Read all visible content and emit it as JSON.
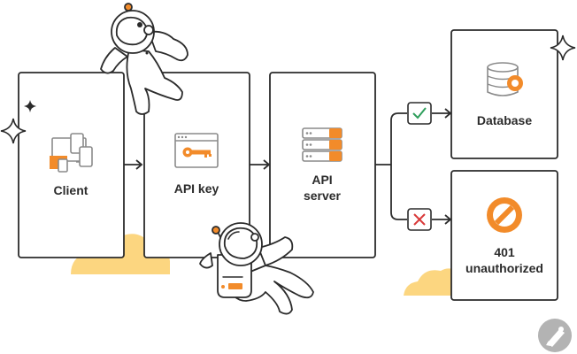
{
  "nodes": {
    "client": {
      "label": "Client",
      "icon": "devices-icon"
    },
    "api_key": {
      "label": "API key",
      "icon": "key-icon"
    },
    "api_server": {
      "label_line1": "API",
      "label_line2": "server",
      "icon": "server-icon"
    },
    "database": {
      "label": "Database",
      "icon": "database-icon"
    },
    "unauthorized": {
      "label_line1": "401",
      "label_line2": "unauthorized",
      "icon": "prohibited-icon"
    }
  },
  "edges": [
    {
      "from": "client",
      "to": "api_key"
    },
    {
      "from": "api_key",
      "to": "api_server"
    },
    {
      "from": "api_server",
      "to": "database",
      "status": "success",
      "icon": "check-icon"
    },
    {
      "from": "api_server",
      "to": "unauthorized",
      "status": "failure",
      "icon": "x-icon"
    }
  ],
  "decorations": [
    "astronaut-illustration",
    "astronaut-illustration",
    "cloud",
    "cloud",
    "sparkle-icon",
    "sparkle-icon",
    "sparkle-icon"
  ],
  "logo": {
    "icon": "postman-logo-icon"
  },
  "colors": {
    "outline": "#2b2b2b",
    "accent_orange": "#f28b2a",
    "cloud_yellow": "#fcd680",
    "success_green": "#2e9e5b",
    "failure_red": "#d93a3a",
    "muted_gray": "#8a8a8a",
    "logo_gray": "#b3b3b3"
  }
}
